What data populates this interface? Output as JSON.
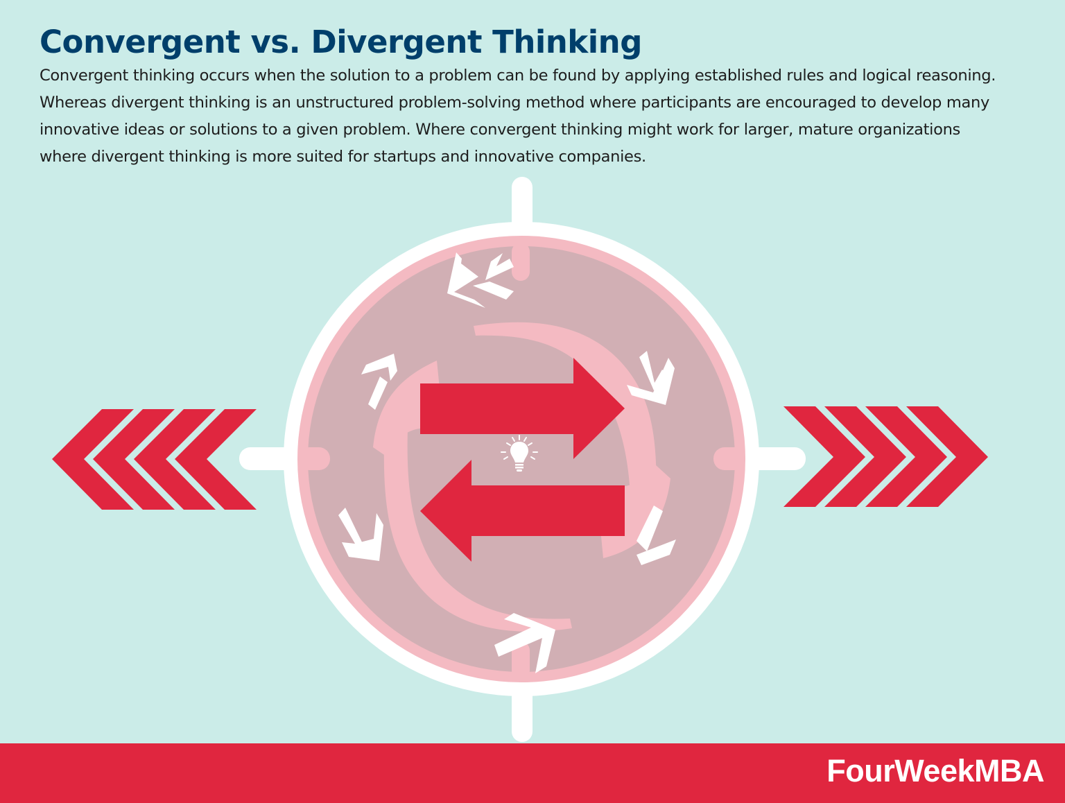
{
  "header": {
    "title": "Convergent vs. Divergent Thinking",
    "description": "Convergent thinking occurs when the solution to a problem can be found by applying established rules and logical reasoning. Whereas divergent thinking is an unstructured problem-solving method where participants are encouraged to develop many innovative ideas or solutions to a given problem. Where convergent thinking might work for larger, mature organizations where divergent thinking is more suited for startups and innovative companies."
  },
  "diagram": {
    "center_icon": "lightbulb-icon",
    "left_symbol": "chevrons-left-icon",
    "right_symbol": "chevrons-right-icon",
    "main_arrows": [
      "arrow-right-icon",
      "arrow-left-icon"
    ],
    "small_arrows": [
      "inward-arrow-top",
      "outward-arrow-upper-left",
      "outward-arrow-upper-right",
      "outward-arrow-lower-left",
      "outward-arrow-lower-right",
      "inward-arrow-bottom"
    ],
    "colors": {
      "background": "#cbece8",
      "accent_red": "#e0263f",
      "title_blue": "#003f6b",
      "circle_fill": "#d1afb4",
      "circle_pink": "#f4bac2",
      "white": "#ffffff"
    }
  },
  "footer": {
    "brand": "FourWeekMBA"
  }
}
